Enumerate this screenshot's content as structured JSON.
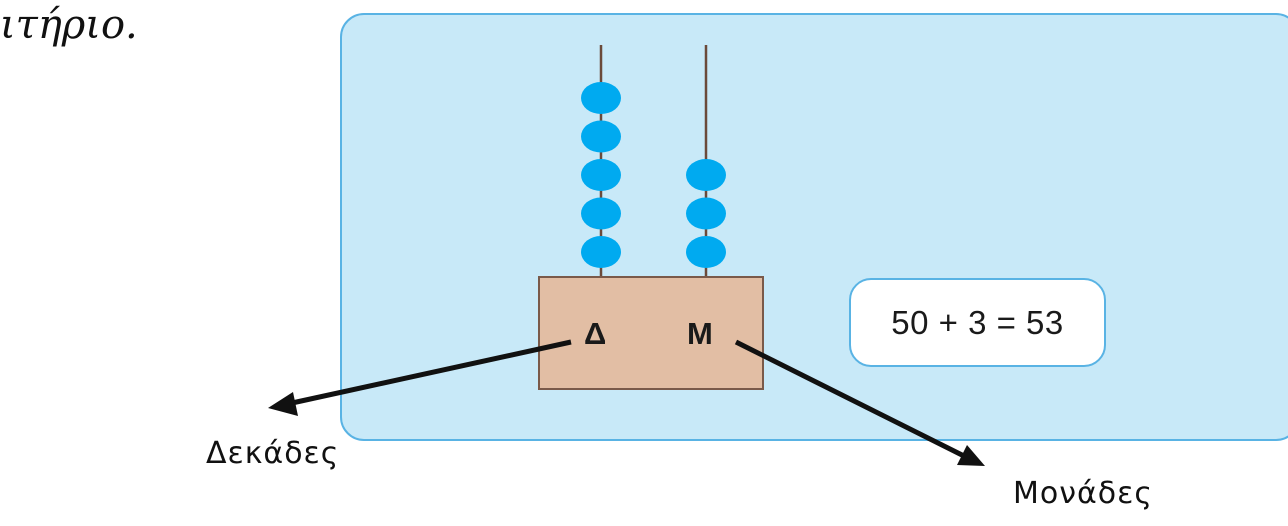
{
  "top_text": "ιτήριο.",
  "abacus": {
    "tens_label": "Δ",
    "units_label": "Μ",
    "tens_beads": 5,
    "units_beads": 3
  },
  "equation": "50 + 3 = 53",
  "captions": {
    "tens": "Δεκάδες",
    "units": "Μονάδες"
  },
  "colors": {
    "panel_background": "#c8e9f8",
    "panel_border": "#59b3e4",
    "bead": "#00aaf0",
    "base": "#e2bea4",
    "rod": "#6b4a3a"
  }
}
